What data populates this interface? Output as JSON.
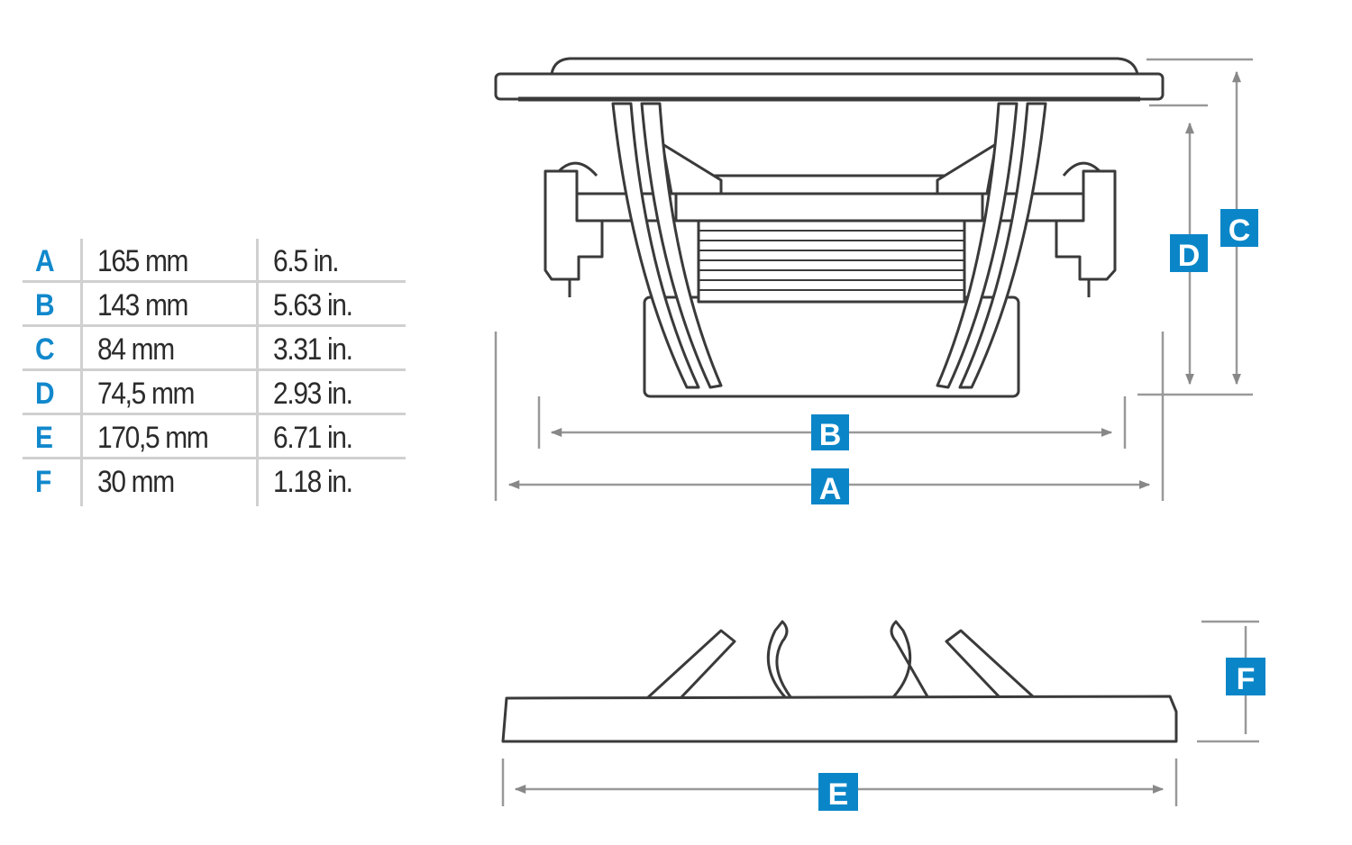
{
  "dimensions": [
    {
      "label": "A",
      "mm": "165 mm",
      "inch": "6.5 in."
    },
    {
      "label": "B",
      "mm": "143 mm",
      "inch": "5.63 in."
    },
    {
      "label": "C",
      "mm": "84 mm",
      "inch": "3.31 in."
    },
    {
      "label": "D",
      "mm": "74,5 mm",
      "inch": "2.93 in."
    },
    {
      "label": "E",
      "mm": "170,5 mm",
      "inch": "6.71 in."
    },
    {
      "label": "F",
      "mm": "30 mm",
      "inch": "1.18 in."
    }
  ],
  "colors": {
    "accent": "#0a86c8",
    "line": "#444444",
    "dim": "#9a9a9a"
  }
}
